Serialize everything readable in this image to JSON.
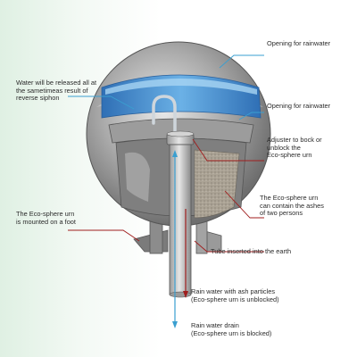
{
  "labels": {
    "opening_top": [
      "Opening for rainwater"
    ],
    "opening_side": [
      "Opening for rainwater"
    ],
    "water_release": [
      "Water will be released all at",
      "the sametimeas result of",
      "reverse siphon"
    ],
    "adjuster": [
      "Adjuster to bock or",
      "unblock the",
      "Eco-sphere urn"
    ],
    "capacity": [
      "The Eco-sphere urn",
      "can contain the ashes",
      "of two persons"
    ],
    "mounted": [
      "The Eco-sphere urn",
      "is mounted on a foot"
    ],
    "tube": [
      "Tube inserted into the earth"
    ],
    "ash_water": [
      "Rain water with ash particles",
      "(Eco-sphere urn is unblocked)"
    ],
    "drain": [
      "Rain water drain",
      "(Eco-sphere urn is blocked)"
    ]
  },
  "colors": {
    "shell": "#8f8f8f",
    "water": "#4f9ad8",
    "leader_blue": "#3a9fd0",
    "leader_red": "#a01e1e",
    "ash": "#a59d90"
  }
}
